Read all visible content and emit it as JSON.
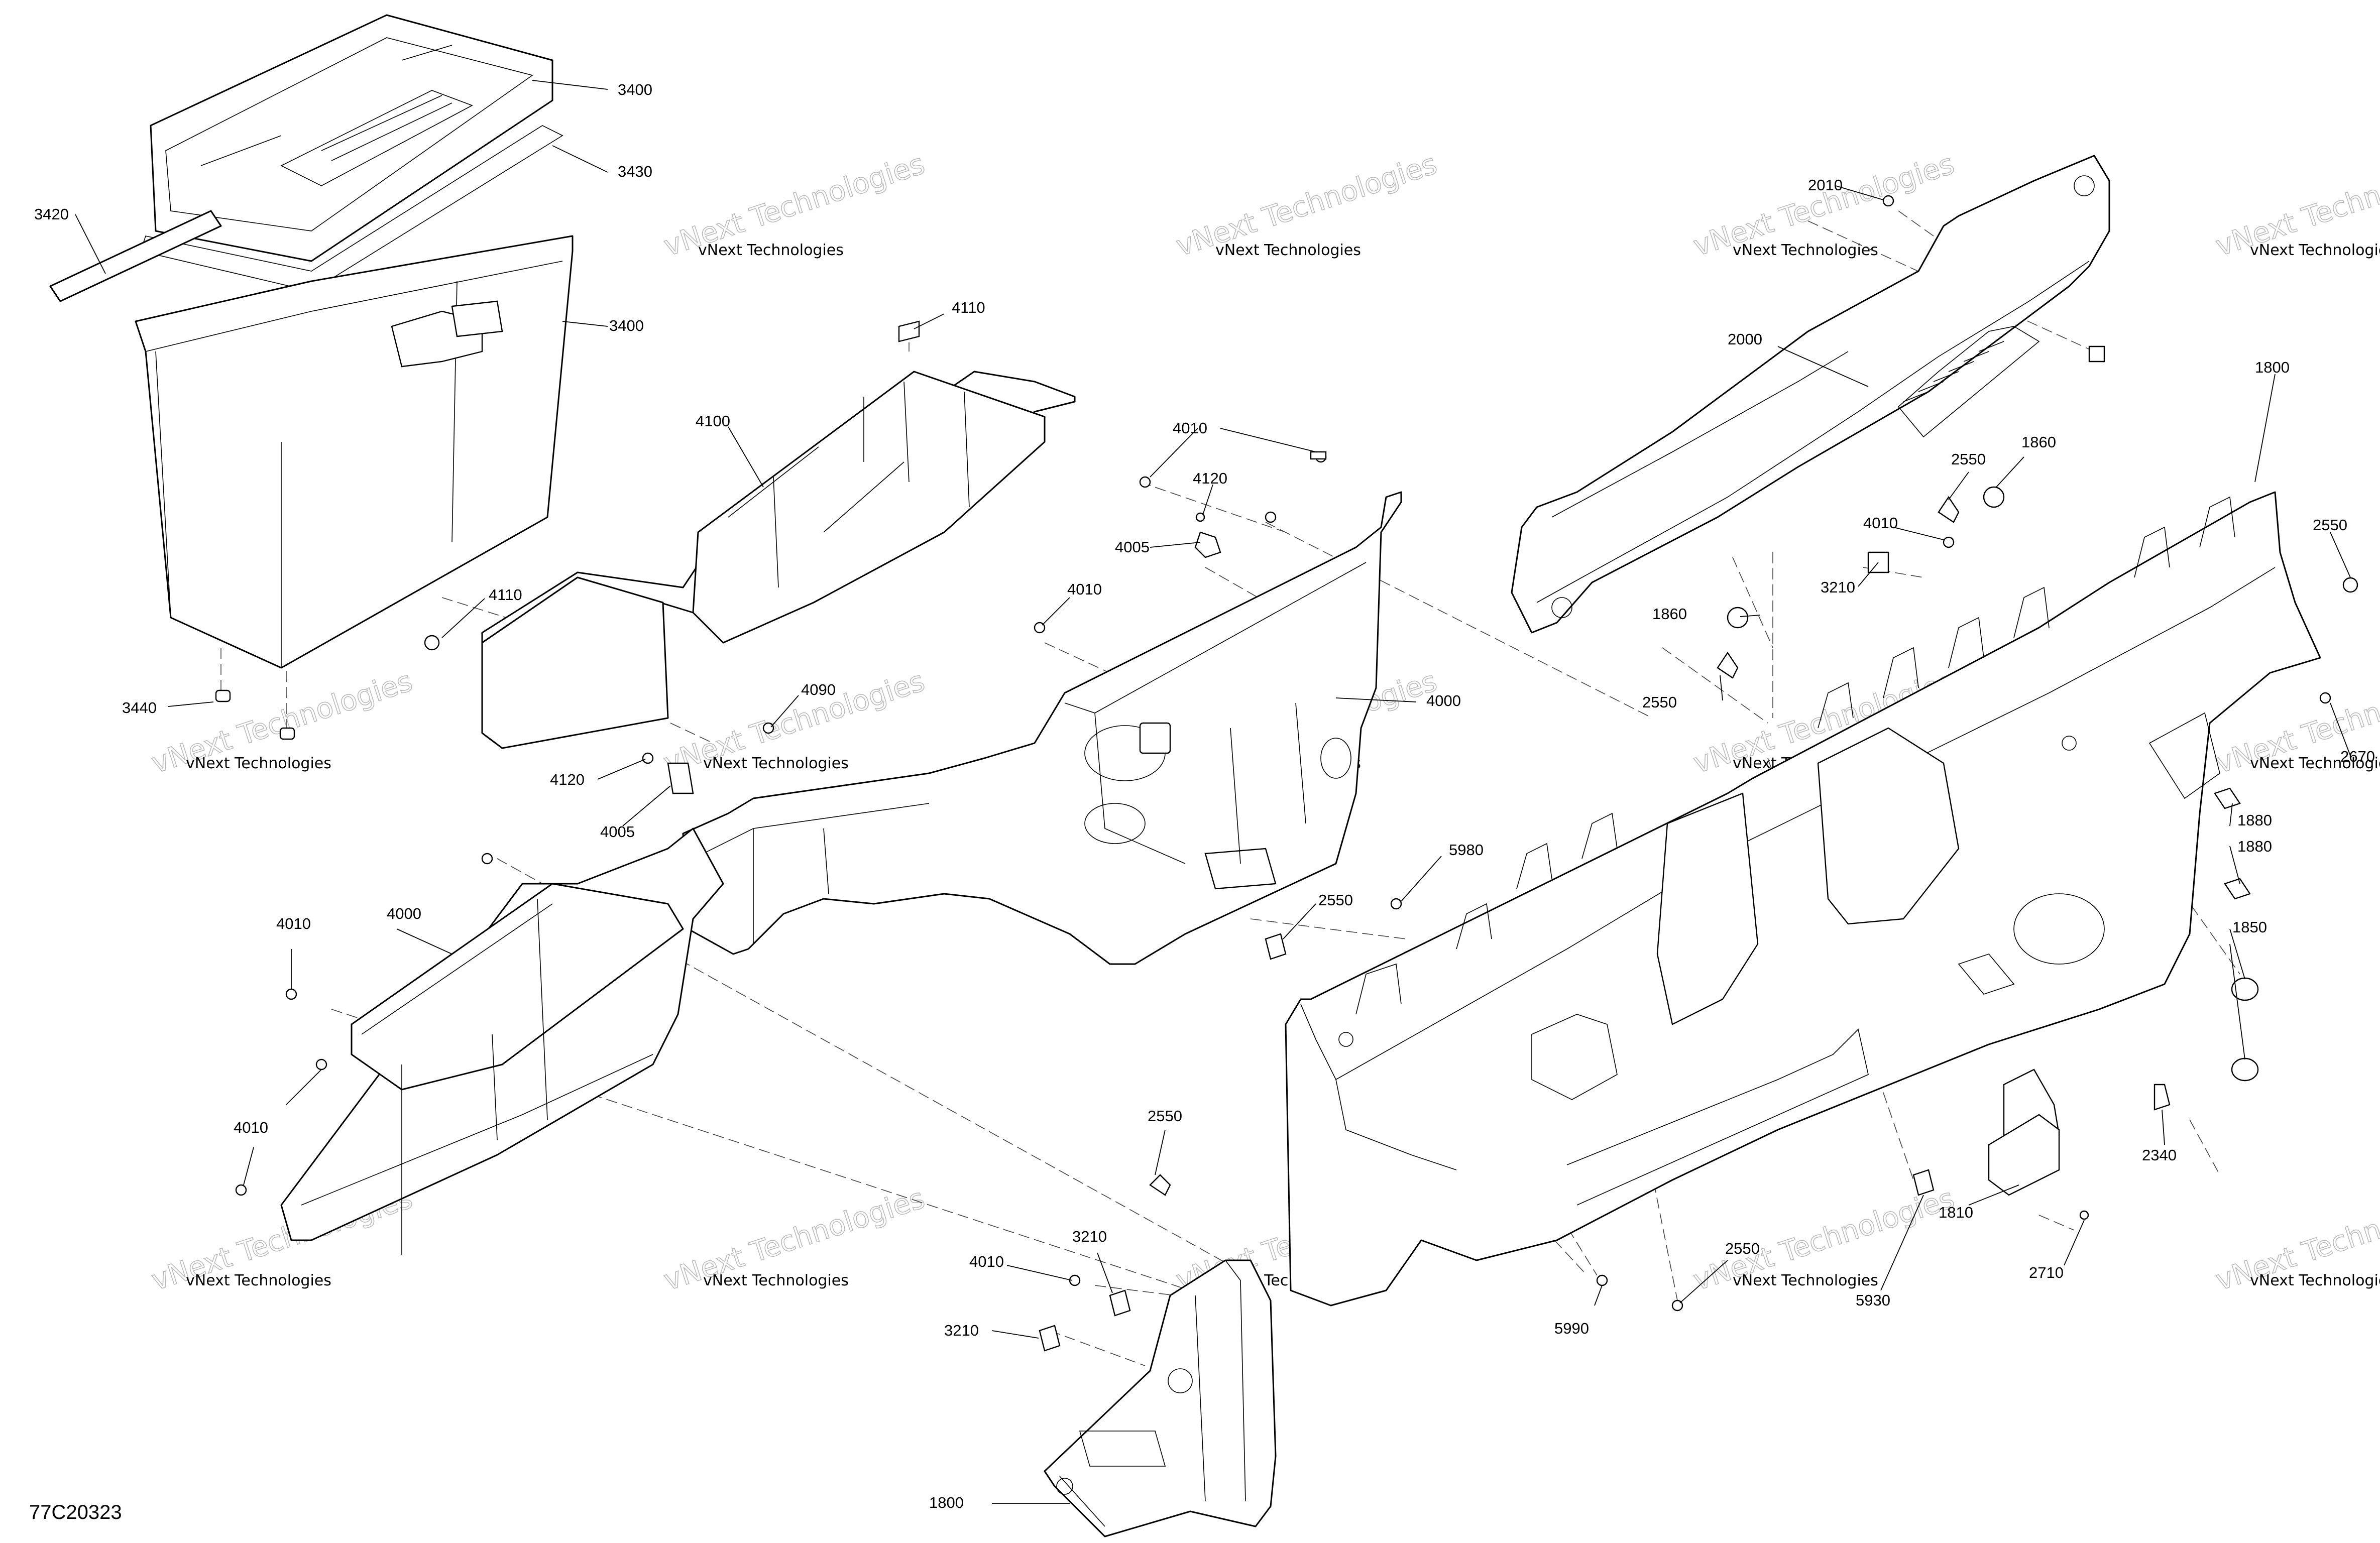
{
  "figure_code": "77C20323",
  "watermark": {
    "small_text": "vNext Technologies",
    "large_text": "vNext Technologies"
  },
  "callouts": [
    {
      "text": "3400"
    },
    {
      "text": "3430"
    },
    {
      "text": "3420"
    },
    {
      "text": "3400"
    },
    {
      "text": "3440"
    },
    {
      "text": "4110"
    },
    {
      "text": "4100"
    },
    {
      "text": "4110"
    },
    {
      "text": "4010"
    },
    {
      "text": "4120"
    },
    {
      "text": "4005"
    },
    {
      "text": "4010"
    },
    {
      "text": "4090"
    },
    {
      "text": "4120"
    },
    {
      "text": "4005"
    },
    {
      "text": "4000"
    },
    {
      "text": "4000"
    },
    {
      "text": "4010"
    },
    {
      "text": "4010"
    },
    {
      "text": "2010"
    },
    {
      "text": "2000"
    },
    {
      "text": "1800"
    },
    {
      "text": "2550"
    },
    {
      "text": "1860"
    },
    {
      "text": "4010"
    },
    {
      "text": "3210"
    },
    {
      "text": "1860"
    },
    {
      "text": "2550"
    },
    {
      "text": "2550"
    },
    {
      "text": "2670"
    },
    {
      "text": "5980"
    },
    {
      "text": "2550"
    },
    {
      "text": "1880"
    },
    {
      "text": "1880"
    },
    {
      "text": "1850"
    },
    {
      "text": "2550"
    },
    {
      "text": "2340"
    },
    {
      "text": "5930"
    },
    {
      "text": "1810"
    },
    {
      "text": "2710"
    },
    {
      "text": "4010"
    },
    {
      "text": "3210"
    },
    {
      "text": "3210"
    },
    {
      "text": "2550"
    },
    {
      "text": "5990"
    },
    {
      "text": "1800"
    }
  ]
}
